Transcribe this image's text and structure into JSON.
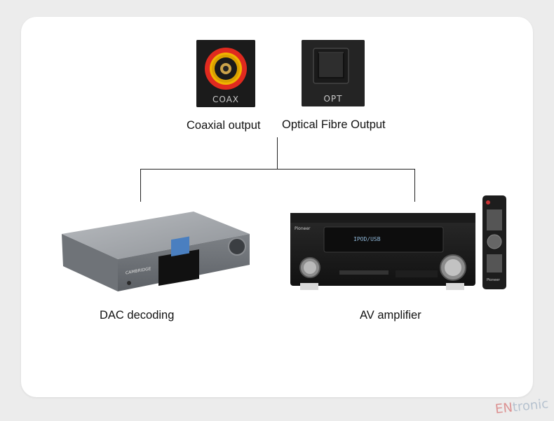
{
  "ports": {
    "coax": {
      "label": "COAX",
      "caption": "Coaxial output",
      "ring_color": "#d41f1f"
    },
    "optical": {
      "label": "OPT",
      "caption": "Optical Fibre Output"
    }
  },
  "devices": {
    "dac": {
      "caption": "DAC decoding",
      "brand": "CAMBRIDGE"
    },
    "amplifier": {
      "caption": "AV amplifier",
      "display_text": "IPOD/USB",
      "brand": "Pioneer"
    },
    "remote": {
      "brand": "Pioneer"
    }
  },
  "watermark": {
    "prefix": "EN",
    "rest": "tronic"
  },
  "colors": {
    "background": "#ececec",
    "card": "#ffffff",
    "line": "#222222"
  }
}
